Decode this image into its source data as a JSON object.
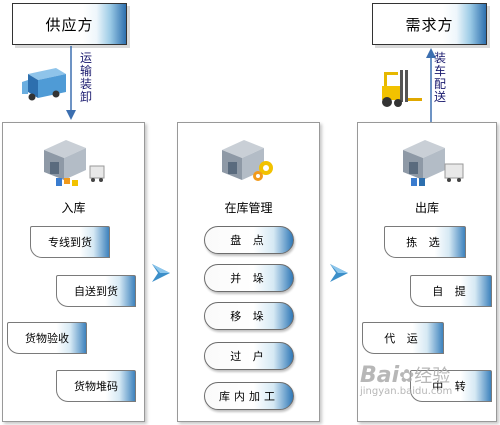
{
  "supplier": {
    "label": "供应方"
  },
  "demand": {
    "label": "需求方"
  },
  "left_flow": {
    "chars": [
      "运",
      "输",
      "装",
      "卸"
    ]
  },
  "right_flow": {
    "chars": [
      "装",
      "车",
      "配",
      "送"
    ]
  },
  "inbound": {
    "title": "入库",
    "items": [
      "专线到货",
      "自送到货",
      "货物验收",
      "货物堆码"
    ]
  },
  "storage": {
    "title": "在库管理",
    "items": [
      "盘 点",
      "并 垛",
      "移 垛",
      "过 户",
      "库内加工"
    ]
  },
  "outbound": {
    "title": "出库",
    "items": [
      "拣 选",
      "自 提",
      "代 运",
      "中 转"
    ]
  },
  "watermark": {
    "brand": "Bai",
    "brand2": "经验",
    "url": "jingyan.baidu.com"
  },
  "colors": {
    "accent_blue": "#2d6fae",
    "arrow_blue": "#3c8fc9"
  }
}
